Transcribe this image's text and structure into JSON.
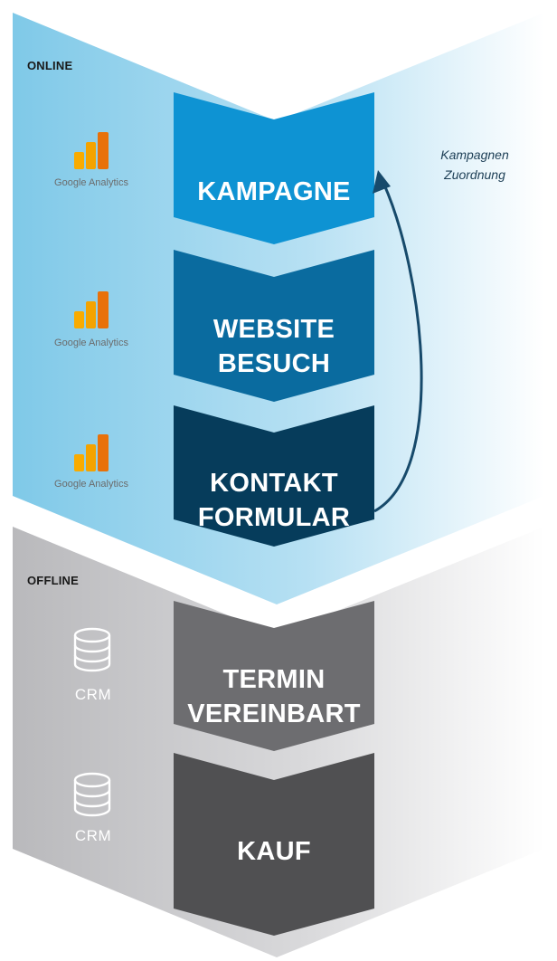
{
  "sections": {
    "online": "ONLINE",
    "offline": "OFFLINE"
  },
  "steps": [
    {
      "label": "KAMPAGNE",
      "tool": "Google Analytics",
      "color": "#0e93d3"
    },
    {
      "label": "WEBSITE BESUCH",
      "tool": "Google Analytics",
      "color": "#0a6b9f"
    },
    {
      "label": "KONTAKT FORMULAR",
      "tool": "Google Analytics",
      "color": "#063c5b"
    },
    {
      "label": "TERMIN VEREINBART",
      "tool": "CRM",
      "color": "#6d6d70"
    },
    {
      "label": "KAUF",
      "tool": "CRM",
      "color": "#505052"
    }
  ],
  "feedback_note": "Kampagnen Zuordnung",
  "icons": {
    "analytics": "google-analytics-logo",
    "crm": "database-icon"
  },
  "colors": {
    "online_band": "#86cdea",
    "offline_band": "#bfbfc2",
    "arrow": "#174a6b"
  }
}
